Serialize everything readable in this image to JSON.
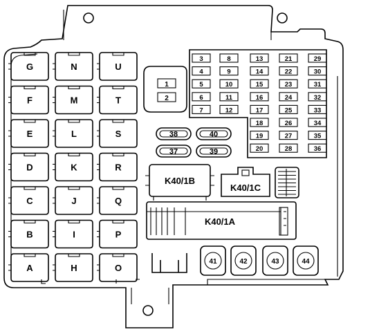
{
  "relay_columns": [
    [
      "G",
      "F",
      "E",
      "D",
      "C",
      "B",
      "A"
    ],
    [
      "N",
      "M",
      "L",
      "K",
      "J",
      "I",
      "H"
    ],
    [
      "U",
      "T",
      "S",
      "R",
      "Q",
      "P",
      "O"
    ]
  ],
  "small_fuse_columns": [
    [
      "3",
      "4",
      "5",
      "6",
      "7"
    ],
    [
      "8",
      "9",
      "10",
      "11",
      "12"
    ],
    [
      "13",
      "14",
      "15",
      "16",
      "17",
      "18",
      "19",
      "20"
    ],
    [
      "21",
      "22",
      "23",
      "24",
      "25",
      "26",
      "27",
      "28"
    ],
    [
      "29",
      "30",
      "31",
      "32",
      "33",
      "34",
      "35",
      "36"
    ]
  ],
  "square_fuses": [
    "1",
    "2"
  ],
  "oval_fuses": [
    "38",
    "40",
    "37",
    "39"
  ],
  "round_fuses": [
    "41",
    "42",
    "43",
    "44"
  ],
  "connectors": {
    "k40_1b": "K40/1B",
    "k40_1c": "K40/1C",
    "k40_1a": "K40/1A"
  }
}
